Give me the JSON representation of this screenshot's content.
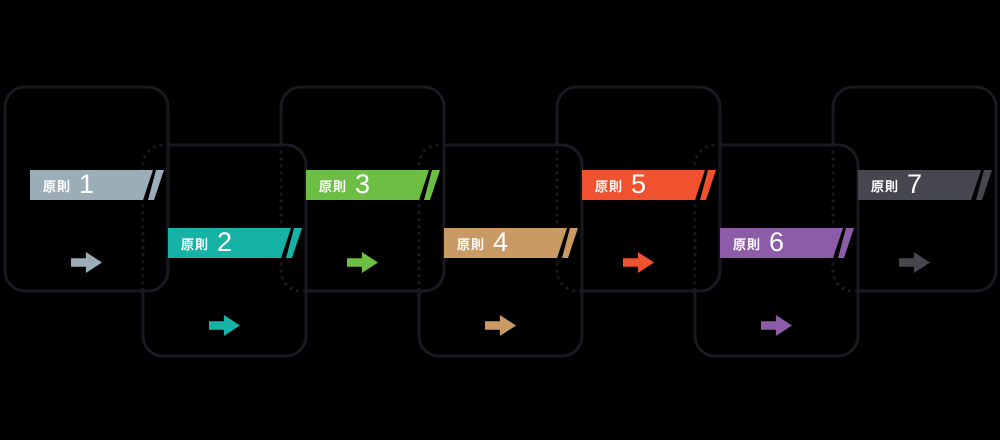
{
  "background_color": "#000000",
  "outline_color": "#191922",
  "arrow_icon": "arrow-right",
  "cards": [
    {
      "label_prefix": "原則",
      "number": "1",
      "color": "#9badb6"
    },
    {
      "label_prefix": "原則",
      "number": "2",
      "color": "#16b2a5"
    },
    {
      "label_prefix": "原則",
      "number": "3",
      "color": "#6cbe45"
    },
    {
      "label_prefix": "原則",
      "number": "4",
      "color": "#c99a63"
    },
    {
      "label_prefix": "原則",
      "number": "5",
      "color": "#f0512f"
    },
    {
      "label_prefix": "原則",
      "number": "6",
      "color": "#8c5ca8"
    },
    {
      "label_prefix": "原則",
      "number": "7",
      "color": "#46464e"
    }
  ]
}
